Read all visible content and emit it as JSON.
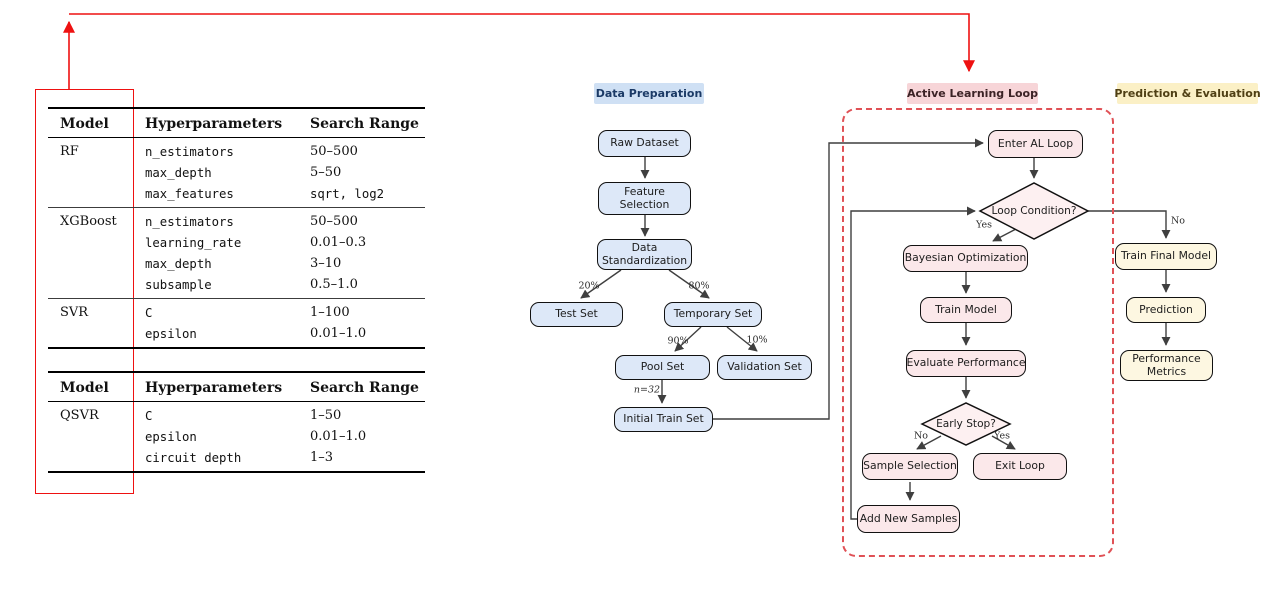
{
  "sections": {
    "data_preparation": "Data Preparation",
    "active_learning_loop": "Active Learning Loop",
    "prediction_evaluation": "Prediction & Evaluation"
  },
  "tables": {
    "table1": {
      "headers": [
        "Model",
        "Hyperparameters",
        "Search Range"
      ],
      "rows": [
        {
          "model": "RF",
          "param": "n_estimators",
          "range": "50–500"
        },
        {
          "model": "",
          "param": "max_depth",
          "range": "5–50"
        },
        {
          "model": "",
          "param": "max_features",
          "range": "sqrt, log2"
        },
        {
          "model": "XGBoost",
          "param": "n_estimators",
          "range": "50–500"
        },
        {
          "model": "",
          "param": "learning_rate",
          "range": "0.01–0.3"
        },
        {
          "model": "",
          "param": "max_depth",
          "range": "3–10"
        },
        {
          "model": "",
          "param": "subsample",
          "range": "0.5–1.0"
        },
        {
          "model": "SVR",
          "param": "C",
          "range": "1–100"
        },
        {
          "model": "",
          "param": "epsilon",
          "range": "0.01–1.0"
        }
      ]
    },
    "table2": {
      "headers": [
        "Model",
        "Hyperparameters",
        "Search Range"
      ],
      "rows": [
        {
          "model": "QSVR",
          "param": "C",
          "range": "1–50"
        },
        {
          "model": "",
          "param": "epsilon",
          "range": "0.01–1.0"
        },
        {
          "model": "",
          "param": "circuit depth",
          "range": "1–3"
        }
      ]
    }
  },
  "flow": {
    "raw_dataset": "Raw Dataset",
    "feature_selection": "Feature Selection",
    "data_standardization": "Data Standardization",
    "test_set": "Test Set",
    "temporary_set": "Temporary Set",
    "pool_set": "Pool Set",
    "validation_set": "Validation Set",
    "initial_train_set": "Initial Train Set",
    "enter_al_loop": "Enter AL Loop",
    "loop_condition": "Loop Condition?",
    "bayesian_optimization": "Bayesian Optimization",
    "train_model": "Train Model",
    "evaluate_performance": "Evaluate Performance",
    "early_stop": "Early Stop?",
    "sample_selection": "Sample Selection",
    "exit_loop": "Exit Loop",
    "add_new_samples": "Add New Samples",
    "train_final_model": "Train Final Model",
    "prediction": "Prediction",
    "performance_metrics": "Performance Metrics"
  },
  "edge_labels": {
    "test_split": "20%",
    "temp_split": "80%",
    "pool_split": "90%",
    "val_split": "10%",
    "initial_n": "n=32",
    "loop_yes": "Yes",
    "loop_no": "No",
    "early_no": "No",
    "early_yes": "Yes"
  },
  "colors": {
    "blue_header_bg": "#cfe0f4",
    "blue_node_bg": "#dde8f8",
    "pink_header_bg": "#f7d5d8",
    "pink_node_bg": "#fbe8ea",
    "yellow_header_bg": "#fbf0c6",
    "yellow_node_bg": "#fdf7e1",
    "red_highlight": "#ee1111",
    "red_dashed_border": "#e05156",
    "connector_gray": "#3f3f3f",
    "node_border": "#111111"
  }
}
